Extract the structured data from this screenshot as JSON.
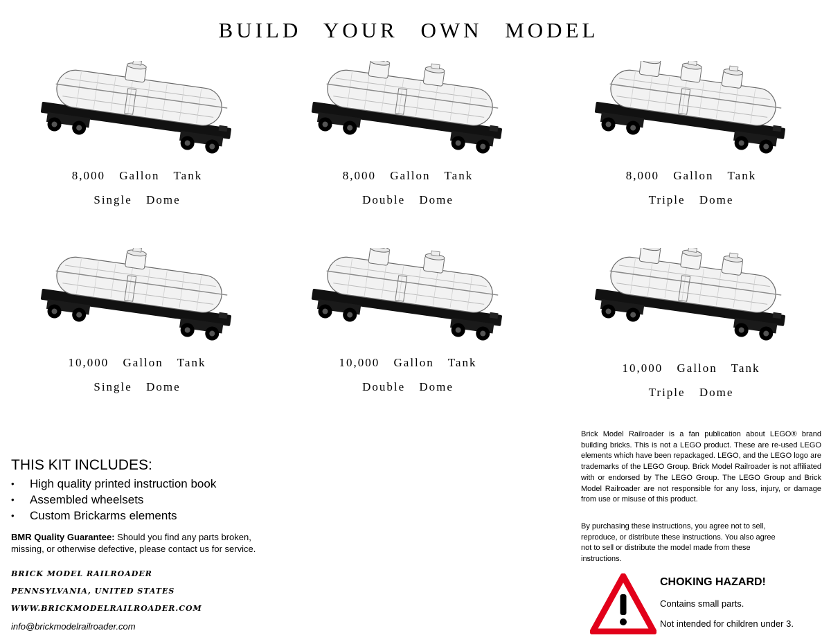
{
  "header": {
    "title": "BUILD YOUR OWN MODEL"
  },
  "models": [
    {
      "line1": "8,000 Gallon Tank",
      "line2": "Single Dome",
      "domes": 1
    },
    {
      "line1": "8,000 Gallon Tank",
      "line2": "Double Dome",
      "domes": 2
    },
    {
      "line1": "8,000 Gallon Tank",
      "line2": "Triple Dome",
      "domes": 3
    },
    {
      "line1": "10,000 Gallon Tank",
      "line2": "Single Dome",
      "domes": 1
    },
    {
      "line1": "10,000 Gallon Tank",
      "line2": "Double Dome",
      "domes": 2
    },
    {
      "line1": "10,000 Gallon Tank",
      "line2": "Triple Dome",
      "domes": 3
    }
  ],
  "kit": {
    "title": "THIS KIT INCLUDES:",
    "items": [
      "High quality printed instruction book",
      "Assembled wheelsets",
      "Custom Brickarms elements"
    ]
  },
  "guarantee": {
    "label": "BMR Quality Guarantee:",
    "text": " Should you find any parts broken, missing, or otherwise defective, please contact us for service."
  },
  "company": {
    "name": "BRICK MODEL RAILROADER",
    "location": "PENNSYLVANIA, UNITED STATES",
    "website": "WWW.BRICKMODELRAILROADER.COM",
    "email": "info@brickmodelrailroader.com"
  },
  "legal": {
    "disclaimer": "Brick Model Railroader is a fan publication about LEGO® brand building bricks. This is not a LEGO product. These are re-used LEGO elements which have been repackaged. LEGO, and the LEGO logo are trademarks of the LEGO Group. Brick Model Railroader is not affiliated with or endorsed by The LEGO Group. The LEGO Group and Brick Model Railroader are not responsible for any loss, injury, or damage from use or misuse of this product.",
    "agreement": "By purchasing these instructions, you agree not to sell, reproduce, or distribute these instructions. You also agree not to sell or distribute the model made from these instructions."
  },
  "hazard": {
    "title": "CHOKING HAZARD!",
    "line1": "Contains small parts.",
    "line2": "Not intended for children under 3.",
    "icon": "warning-triangle-icon",
    "color": "#e2001a"
  }
}
